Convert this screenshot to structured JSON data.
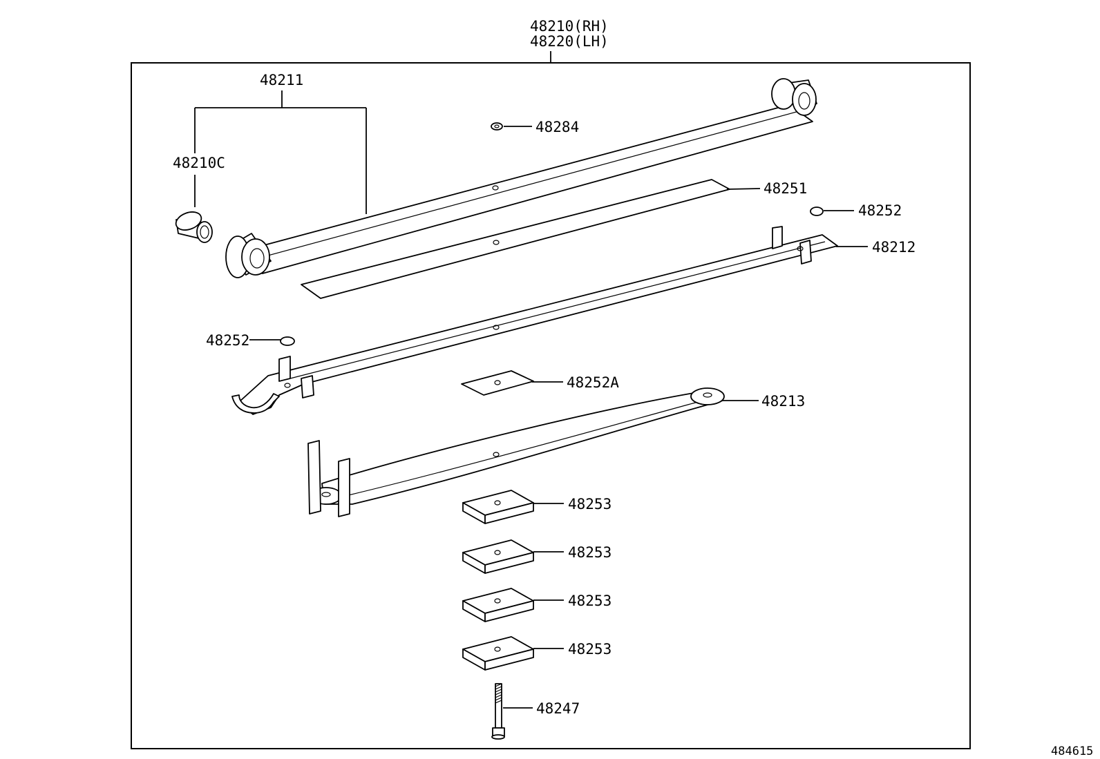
{
  "assembly": {
    "part_rh": "48210(RH)",
    "part_lh": "48220(LH)"
  },
  "callouts": {
    "leaf_no1": "48211",
    "bushing": "48210C",
    "clip_bolt": "48284",
    "liner": "48251",
    "insert_right": "48252",
    "insert_left": "48252",
    "leaf_no2": "48212",
    "center_insert": "48252A",
    "leaf_no3": "48213",
    "spacer_1": "48253",
    "spacer_2": "48253",
    "spacer_3": "48253",
    "spacer_4": "48253",
    "center_bolt": "48247"
  },
  "illustration_number": "484615"
}
